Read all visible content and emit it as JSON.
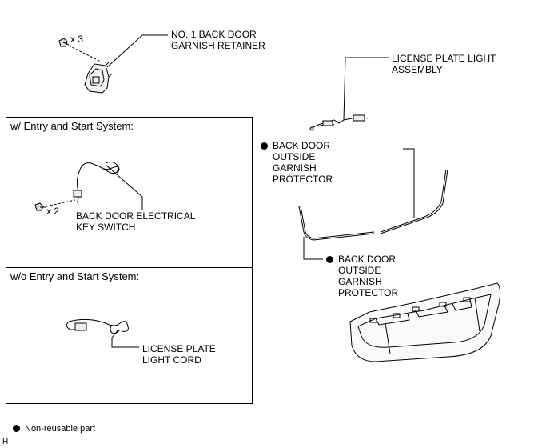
{
  "parts": {
    "retainer": {
      "label": "NO. 1 BACK DOOR\nGARNISH RETAINER",
      "qty": "x 3"
    },
    "light_assembly": {
      "label": "LICENSE PLATE LIGHT\nASSEMBLY"
    },
    "protector_upper": {
      "label": "BACK DOOR OUTSIDE GARNISH\nPROTECTOR",
      "non_reusable": true
    },
    "protector_lower": {
      "label": "BACK DOOR OUTSIDE GARNISH\nPROTECTOR",
      "non_reusable": true
    },
    "key_switch": {
      "label": "BACK DOOR ELECTRICAL\nKEY SWITCH",
      "qty": "x 2"
    },
    "light_cord": {
      "label": "LICENSE PLATE\nLIGHT CORD"
    }
  },
  "boxes": {
    "with_entry": {
      "title": "w/ Entry and Start System:"
    },
    "without_entry": {
      "title": "w/o Entry and Start System:"
    }
  },
  "legend": {
    "text": "Non-reusable part"
  },
  "corner_code": "H"
}
